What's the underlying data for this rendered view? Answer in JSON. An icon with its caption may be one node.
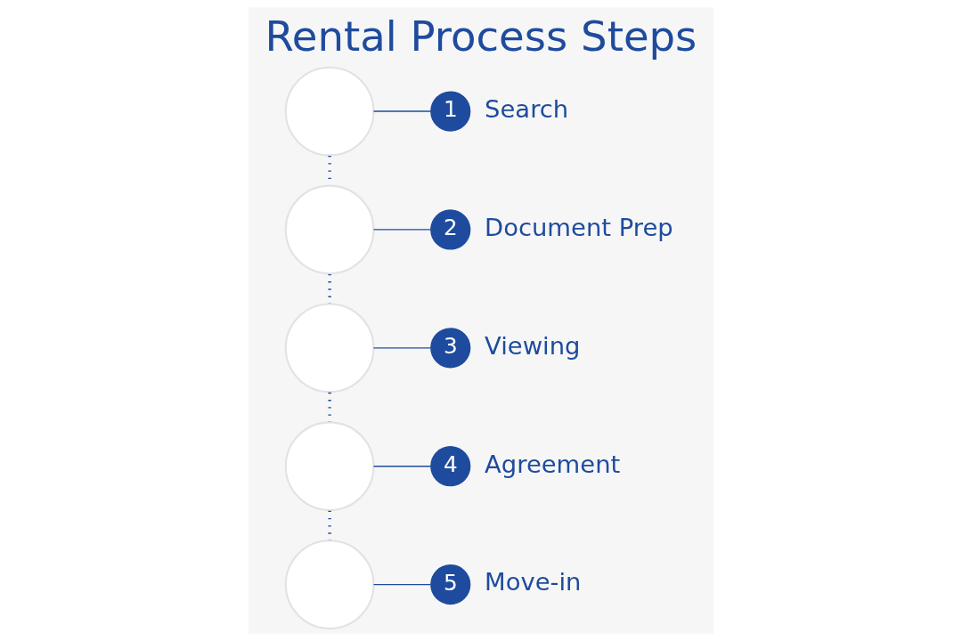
{
  "diagram": {
    "title": "Rental Process Steps",
    "nodes": [
      {
        "text": [],
        "shape": "circle"
      },
      {
        "text": [
          "1"
        ],
        "beside": [
          "Search"
        ]
      },
      {
        "text": [],
        "shape": "circle"
      },
      {
        "text": [
          "2"
        ],
        "beside": [
          "Document Prep"
        ]
      },
      {
        "text": [],
        "shape": "circle"
      },
      {
        "text": [
          "3"
        ],
        "beside": [
          "Viewing"
        ]
      },
      {
        "text": [],
        "shape": "circle"
      },
      {
        "text": [
          "4"
        ],
        "beside": [
          "Agreement"
        ]
      },
      {
        "text": [],
        "shape": "circle"
      },
      {
        "text": [
          "5"
        ],
        "beside": [
          "Move-in"
        ]
      }
    ],
    "edges": [
      {
        "from": 0,
        "to": 1,
        "arrow": "none"
      },
      {
        "from": 0,
        "to": 2,
        "arrow": "none",
        "style": "dashed"
      },
      {
        "from": 2,
        "to": 3,
        "arrow": "none"
      },
      {
        "from": 2,
        "to": 4,
        "arrow": "none",
        "style": "dashed"
      },
      {
        "from": 4,
        "to": 5,
        "arrow": "none"
      },
      {
        "from": 4,
        "to": 6,
        "arrow": "none",
        "style": "dashed"
      },
      {
        "from": 6,
        "to": 7,
        "arrow": "none"
      },
      {
        "from": 6,
        "to": 8,
        "arrow": "none",
        "style": "dashed"
      },
      {
        "from": 8,
        "to": 9,
        "arrow": "none"
      }
    ]
  }
}
